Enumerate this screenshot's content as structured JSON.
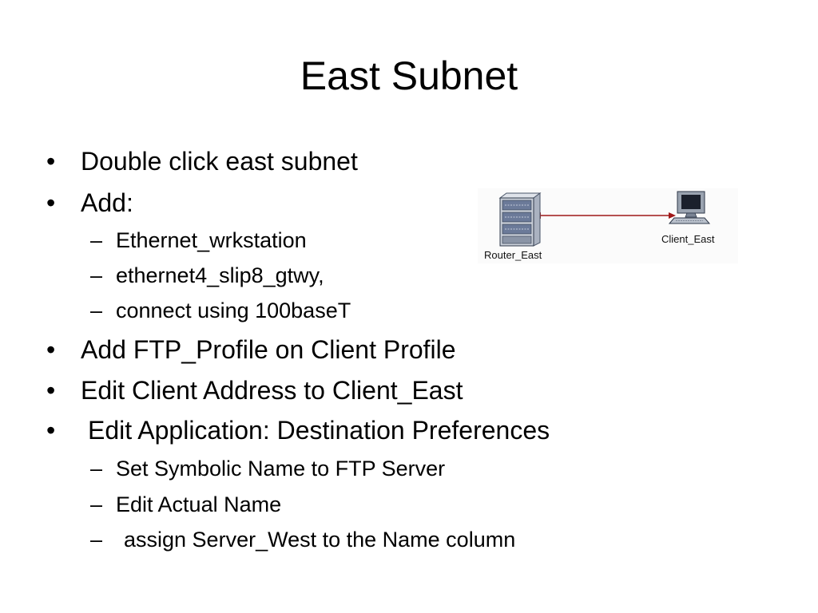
{
  "slide": {
    "title": "East Subnet",
    "items": [
      {
        "level": 1,
        "bullet": "•",
        "text": "Double click east subnet"
      },
      {
        "level": 1,
        "bullet": "•",
        "text": "Add:"
      },
      {
        "level": 2,
        "bullet": "–",
        "text": "Ethernet_wrkstation"
      },
      {
        "level": 2,
        "bullet": "–",
        "text": "ethernet4_slip8_gtwy,"
      },
      {
        "level": 2,
        "bullet": "–",
        "text": "connect using 100baseT"
      },
      {
        "level": 1,
        "bullet": "•",
        "text": "Add FTP_Profile on Client Profile"
      },
      {
        "level": 1,
        "bullet": "•",
        "text": "Edit Client Address to Client_East"
      },
      {
        "level": 1,
        "bullet": "•",
        "text": "Edit Application: Destination Preferences"
      },
      {
        "level": 2,
        "bullet": "–",
        "text": "Set Symbolic Name to FTP Server"
      },
      {
        "level": 2,
        "bullet": "–",
        "text": "Edit Actual Name"
      },
      {
        "level": 2,
        "bullet": "–",
        "text": "assign Server_West to the Name column"
      }
    ]
  },
  "diagram": {
    "nodes": [
      {
        "label": "Router_East",
        "icon": "router-icon"
      },
      {
        "label": "Client_East",
        "icon": "workstation-icon"
      }
    ],
    "link_color": "#a01818"
  }
}
